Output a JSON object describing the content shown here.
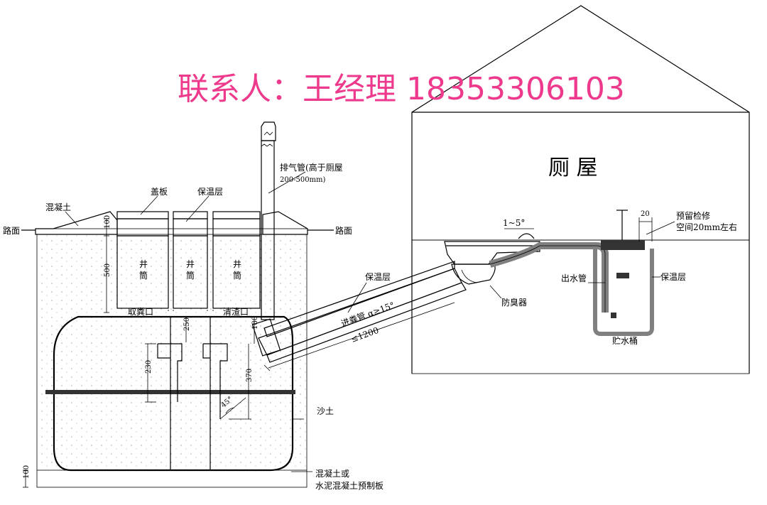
{
  "watermark": {
    "text": "联系人：王经理 18353306103",
    "color": "#ee3a8c"
  },
  "house": {
    "title": "厕 屋"
  },
  "labels": {
    "concrete_top": "混凝土",
    "road_left": "路面",
    "road_right": "路面",
    "cover_plate": "盖板",
    "insulation_top": "保温层",
    "vent_pipe_line1": "排气管(高于厕屋",
    "vent_pipe_line2": "200-500mm)",
    "well_1a": "井",
    "well_1b": "筒",
    "well_2a": "井",
    "well_2b": "筒",
    "well_3a": "井",
    "well_3b": "筒",
    "feces_port": "取粪口",
    "cleanout_port": "清渣口",
    "sand_soil": "沙土",
    "base_line1": "混凝土或",
    "base_line2": "水泥混凝土预制板",
    "insulation_pipe": "保温层",
    "inlet_pipe": "进粪管 α≥15°",
    "pipe_length": "≤1200",
    "slope": "1~5°",
    "odor_trap": "防臭器",
    "outlet_pipe": "出水管",
    "reserve_line1": "预留检修",
    "reserve_line2": "空间20mm左右",
    "dim_20": "20",
    "insulation_bucket": "保温层",
    "water_bucket": "贮水桶",
    "angle_45": "45°"
  },
  "dimensions": {
    "d100_top": "100",
    "d500": "500",
    "d250": "250",
    "d230": "230",
    "d370": "370",
    "d180": "180",
    "d100_bottom": "100"
  },
  "colors": {
    "line": "#000000",
    "insulation_fill": "#808080",
    "concrete_dot": "#555555"
  }
}
